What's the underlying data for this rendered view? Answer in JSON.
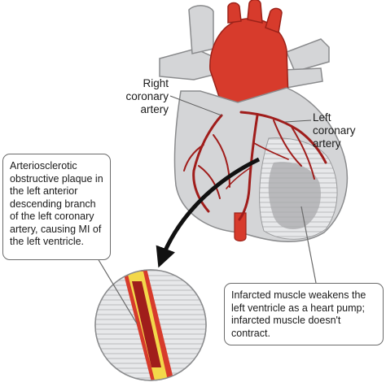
{
  "labels": {
    "right_coronary": "Right\ncoronary\nartery",
    "left_coronary": "Left\ncoronary\nartery"
  },
  "callouts": {
    "plaque": "Arteriosclerotic obstructive plaque in the left anterior descending branch of the left coronary artery, causing MI of the left ventricle.",
    "infarct": "Infarcted muscle weakens the left ventricle as a heart pump; infarcted muscle doesn't contract."
  },
  "colors": {
    "heart_gray": "#d4d5d7",
    "heart_outline": "#8a8b8d",
    "aorta_red": "#d73b2c",
    "artery_dark_red": "#a01d1b",
    "infarct_shade": "#a9aaac",
    "plaque_yellow": "#f3d84a"
  }
}
